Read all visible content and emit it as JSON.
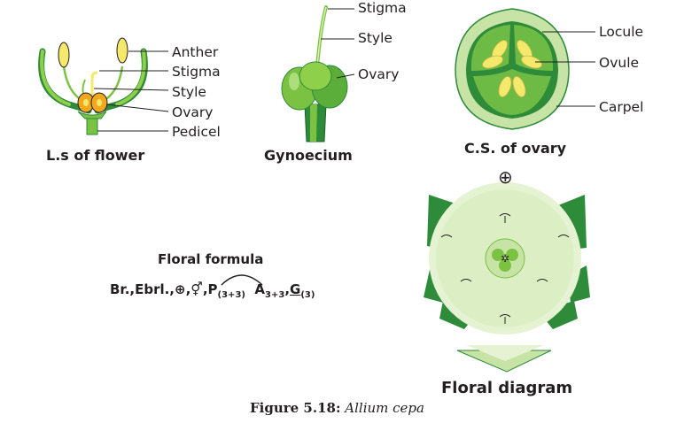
{
  "flower_ls": {
    "title": "L.s of flower",
    "labels": [
      "Anther",
      "Stigma",
      "Style",
      "Ovary",
      "Pedicel"
    ]
  },
  "gynoecium": {
    "title": "Gynoecium",
    "labels": [
      "Stigma",
      "Style",
      "Ovary"
    ]
  },
  "ovary_cs": {
    "title": "C.S. of ovary",
    "labels": [
      "Locule",
      "Ovule",
      "Carpel"
    ]
  },
  "floral_formula": {
    "heading": "Floral formula",
    "prefix": "Br.,Ebrl.,⊕,",
    "sex": "⚥",
    "perianth": "P",
    "perianth_sub": "(3+3)",
    "androecium": "A",
    "androecium_sub": "3+3",
    "gynoecium": "G",
    "gynoecium_sub": "(3)"
  },
  "floral_diagram": {
    "symbol": "⊕",
    "title": "Floral diagram"
  },
  "caption": {
    "figure": "Figure 5.18:",
    "species": "Allium cepa"
  },
  "colors": {
    "green_dark": "#2e8b3a",
    "green_mid": "#7cc242",
    "green_light": "#c7e3a6",
    "yellow": "#f5e96b",
    "orange": "#f2a81d"
  }
}
